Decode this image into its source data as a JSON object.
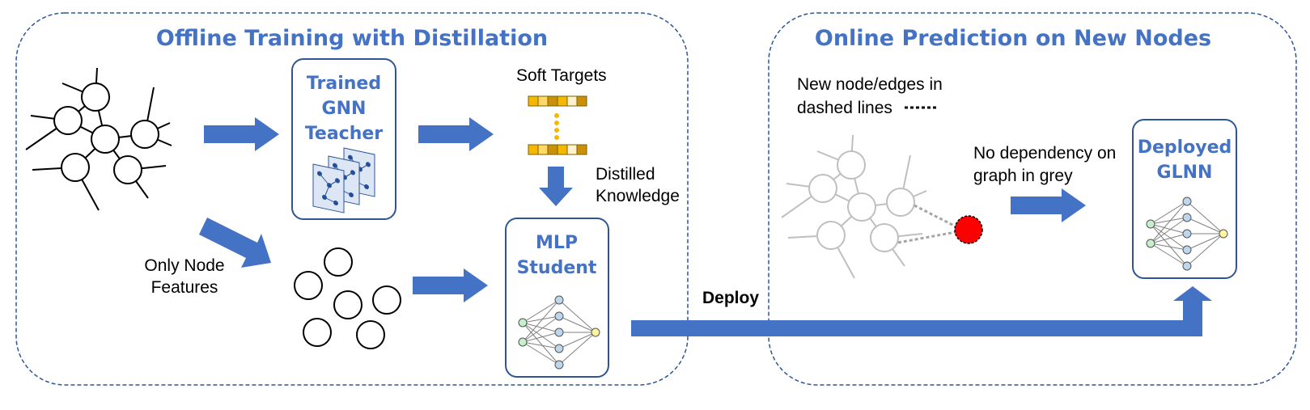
{
  "panels": {
    "offline_title": "Offline Training with Distillation",
    "online_title": "Online Prediction on New Nodes"
  },
  "teacher": {
    "lines": [
      "Trained",
      "GNN",
      "Teacher"
    ]
  },
  "student": {
    "lines": [
      "MLP",
      "Student"
    ]
  },
  "deployed": {
    "lines": [
      "Deployed",
      "GLNN"
    ]
  },
  "labels": {
    "soft_targets": "Soft Targets",
    "distilled": [
      "Distilled",
      "Knowledge"
    ],
    "only_node_features": [
      "Only Node",
      "Features"
    ],
    "deploy": "Deploy",
    "new_nodes": [
      "New node/edges in",
      "dashed lines"
    ],
    "no_dependency": [
      "No dependency on",
      "graph in grey"
    ]
  },
  "colors": {
    "accent": "#4472C4",
    "soft_target_cells": [
      "#F5B800",
      "#FFD966",
      "#C9900A",
      "#F5B800",
      "#FFF2CC",
      "#C9900A"
    ],
    "new_node": "#FF0000",
    "grey_graph": "#BFBFBF",
    "mlp_input": "#C6EFCE",
    "mlp_hidden": "#BDD7EE",
    "mlp_output": "#FFF59D"
  }
}
